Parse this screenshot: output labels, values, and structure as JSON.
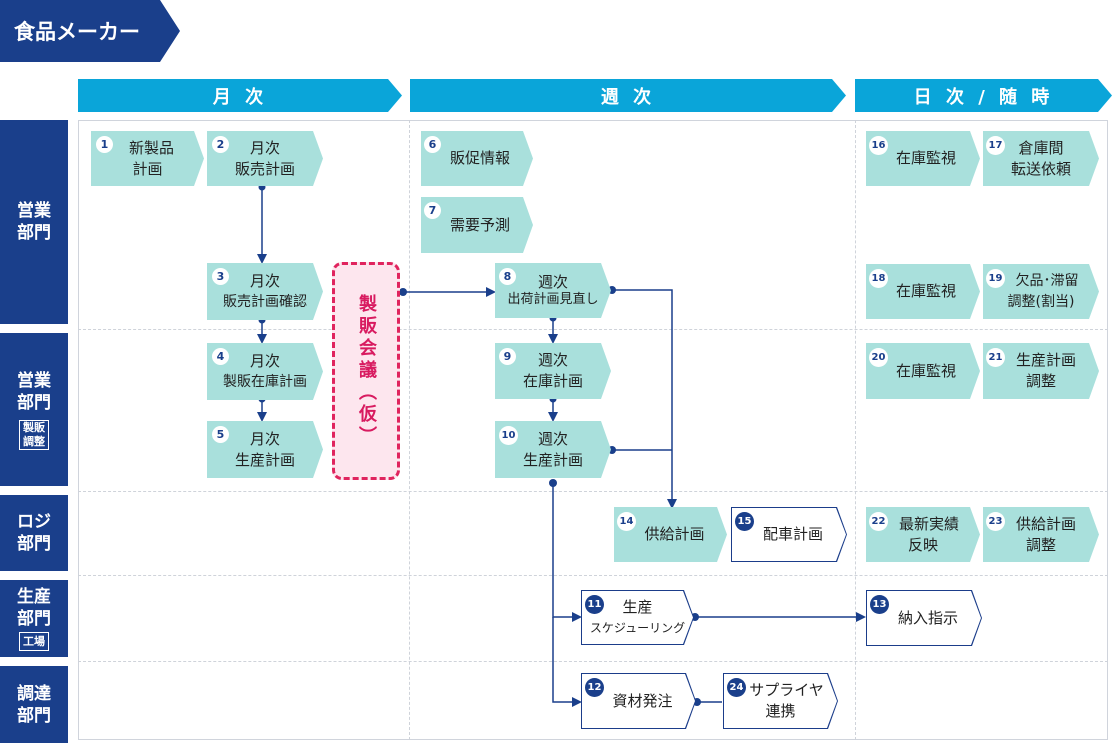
{
  "company": "食品メーカー",
  "phases": [
    "月 次",
    "週 次",
    "日 次 / 随 時"
  ],
  "departments": {
    "sales1": {
      "line1": "営業",
      "line2": "部門"
    },
    "sales2": {
      "line1": "営業",
      "line2": "部門",
      "tag1": "製販",
      "tag2": "調整"
    },
    "logi": {
      "line1": "ロジ",
      "line2": "部門"
    },
    "prod": {
      "line1": "生産",
      "line2": "部門",
      "tag": "工場"
    },
    "proc": {
      "line1": "調達",
      "line2": "部門"
    }
  },
  "meeting": "製販会議（仮）",
  "boxes": {
    "b1": {
      "num": "1",
      "l1": "新製品",
      "l2": "計画"
    },
    "b2": {
      "num": "2",
      "l1": "月次",
      "l2": "販売計画"
    },
    "b3": {
      "num": "3",
      "l1": "月次",
      "l2": "販売計画確認"
    },
    "b4": {
      "num": "4",
      "l1": "月次",
      "l2": "製販在庫計画"
    },
    "b5": {
      "num": "5",
      "l1": "月次",
      "l2": "生産計画"
    },
    "b6": {
      "num": "6",
      "l1": "販促情報"
    },
    "b7": {
      "num": "7",
      "l1": "需要予測"
    },
    "b8": {
      "num": "8",
      "l1": "週次",
      "l2": "出荷計画見直し"
    },
    "b9": {
      "num": "9",
      "l1": "週次",
      "l2": "在庫計画"
    },
    "b10": {
      "num": "10",
      "l1": "週次",
      "l2": "生産計画"
    },
    "b11": {
      "num": "11",
      "l1": "生産",
      "l2": "スケジューリング"
    },
    "b12": {
      "num": "12",
      "l1": "資材発注"
    },
    "b13": {
      "num": "13",
      "l1": "納入指示"
    },
    "b14": {
      "num": "14",
      "l1": "供給計画"
    },
    "b15": {
      "num": "15",
      "l1": "配車計画"
    },
    "b16": {
      "num": "16",
      "l1": "在庫監視"
    },
    "b17": {
      "num": "17",
      "l1": "倉庫間",
      "l2": "転送依頼"
    },
    "b18": {
      "num": "18",
      "l1": "在庫監視"
    },
    "b19": {
      "num": "19",
      "l1": "欠品･滞留",
      "l2": "調整(割当)"
    },
    "b20": {
      "num": "20",
      "l1": "在庫監視"
    },
    "b21": {
      "num": "21",
      "l1": "生産計画",
      "l2": "調整"
    },
    "b22": {
      "num": "22",
      "l1": "最新実績",
      "l2": "反映"
    },
    "b23": {
      "num": "23",
      "l1": "供給計画",
      "l2": "調整"
    },
    "b24": {
      "num": "24",
      "l1": "サプライヤ",
      "l2": "連携"
    }
  },
  "colors": {
    "navy": "#1a3f8b",
    "cyan": "#0aa5d9",
    "teal": "#a9e0dc",
    "pink": "#e0245e"
  }
}
